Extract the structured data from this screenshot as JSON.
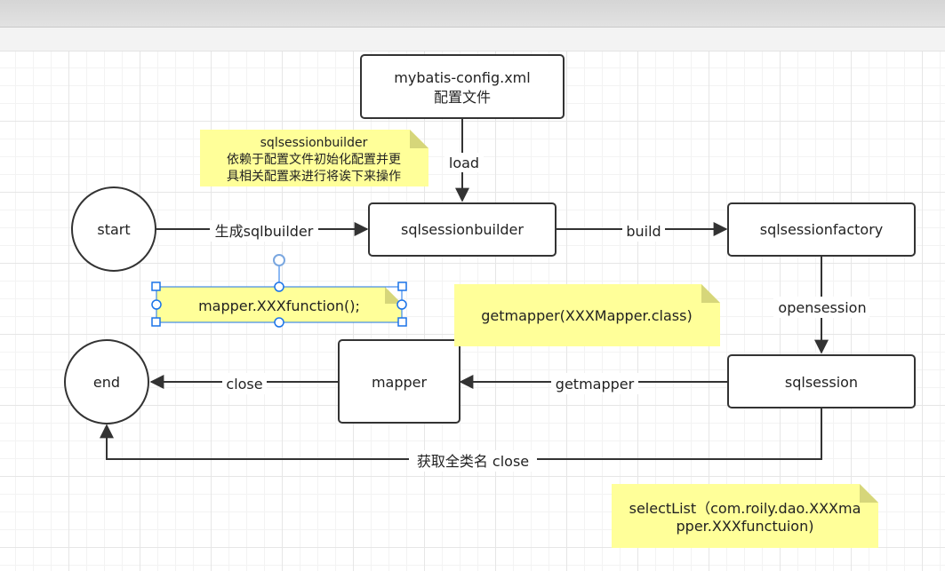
{
  "nodes": {
    "config_line1": "mybatis-config.xml",
    "config_line2": "配置文件",
    "start": "start",
    "sqlsessionbuilder": "sqlsessionbuilder",
    "sqlsessionfactory": "sqlsessionfactory",
    "sqlsession": "sqlsession",
    "mapper": "mapper",
    "end": "end"
  },
  "edges": {
    "load": "load",
    "generate": "生成sqlbuilder",
    "build": "build",
    "opensession": "opensession",
    "getmapper": "getmapper",
    "close": "close",
    "fqn_close": "获取全类名 close"
  },
  "notes": {
    "builder_line1": "sqlsessionbuilder",
    "builder_line2": "依赖于配置文件初始化配置并更",
    "builder_line3": "具相关配置来进行将诶下来操作",
    "selected_text": "mapper.XXXfunction();",
    "getmapper_note": "getmapper(XXXMapper.class)",
    "selectlist_line1": "selectList（com.roily.dao.XXXma",
    "selectlist_line2": "pper.XXXfunctuion)"
  },
  "colors": {
    "note_fill": "#ffff99",
    "note_fold": "#d6d67a",
    "stroke": "#333333",
    "selection": "#1a73e8"
  }
}
